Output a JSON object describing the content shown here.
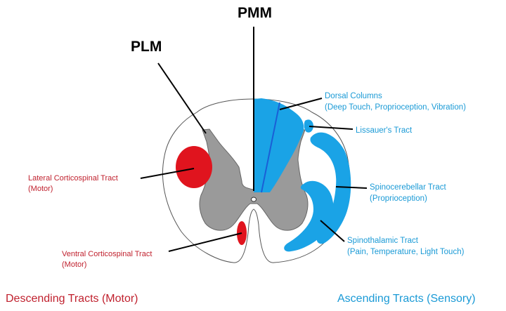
{
  "colors": {
    "descending": "#c0212e",
    "ascending": "#1a9ad6",
    "tract_red": "#e0141e",
    "tract_blue": "#1aa3e6",
    "gray_matter": "#9a9a9a",
    "outline": "#555555"
  },
  "labels": {
    "pmm": "PMM",
    "plm": "PLM"
  },
  "descending": {
    "lateral_corticospinal": {
      "line1": "Lateral Corticospinal Tract",
      "line2": "(Motor)"
    },
    "ventral_corticospinal": {
      "line1": "Ventral Corticospinal Tract",
      "line2": "(Motor)"
    },
    "footer": "Descending Tracts (Motor)"
  },
  "ascending": {
    "dorsal_columns": {
      "line1": "Dorsal Columns",
      "line2": "(Deep Touch, Proprioception, Vibration)"
    },
    "lissauer": {
      "line1": "Lissauer's Tract"
    },
    "spinocerebellar": {
      "line1": "Spinocerebellar Tract",
      "line2": "(Proprioception)"
    },
    "spinothalamic": {
      "line1": "Spinothalamic Tract",
      "line2": "(Pain, Temperature, Light Touch)"
    },
    "footer": "Ascending Tracts (Sensory)"
  }
}
